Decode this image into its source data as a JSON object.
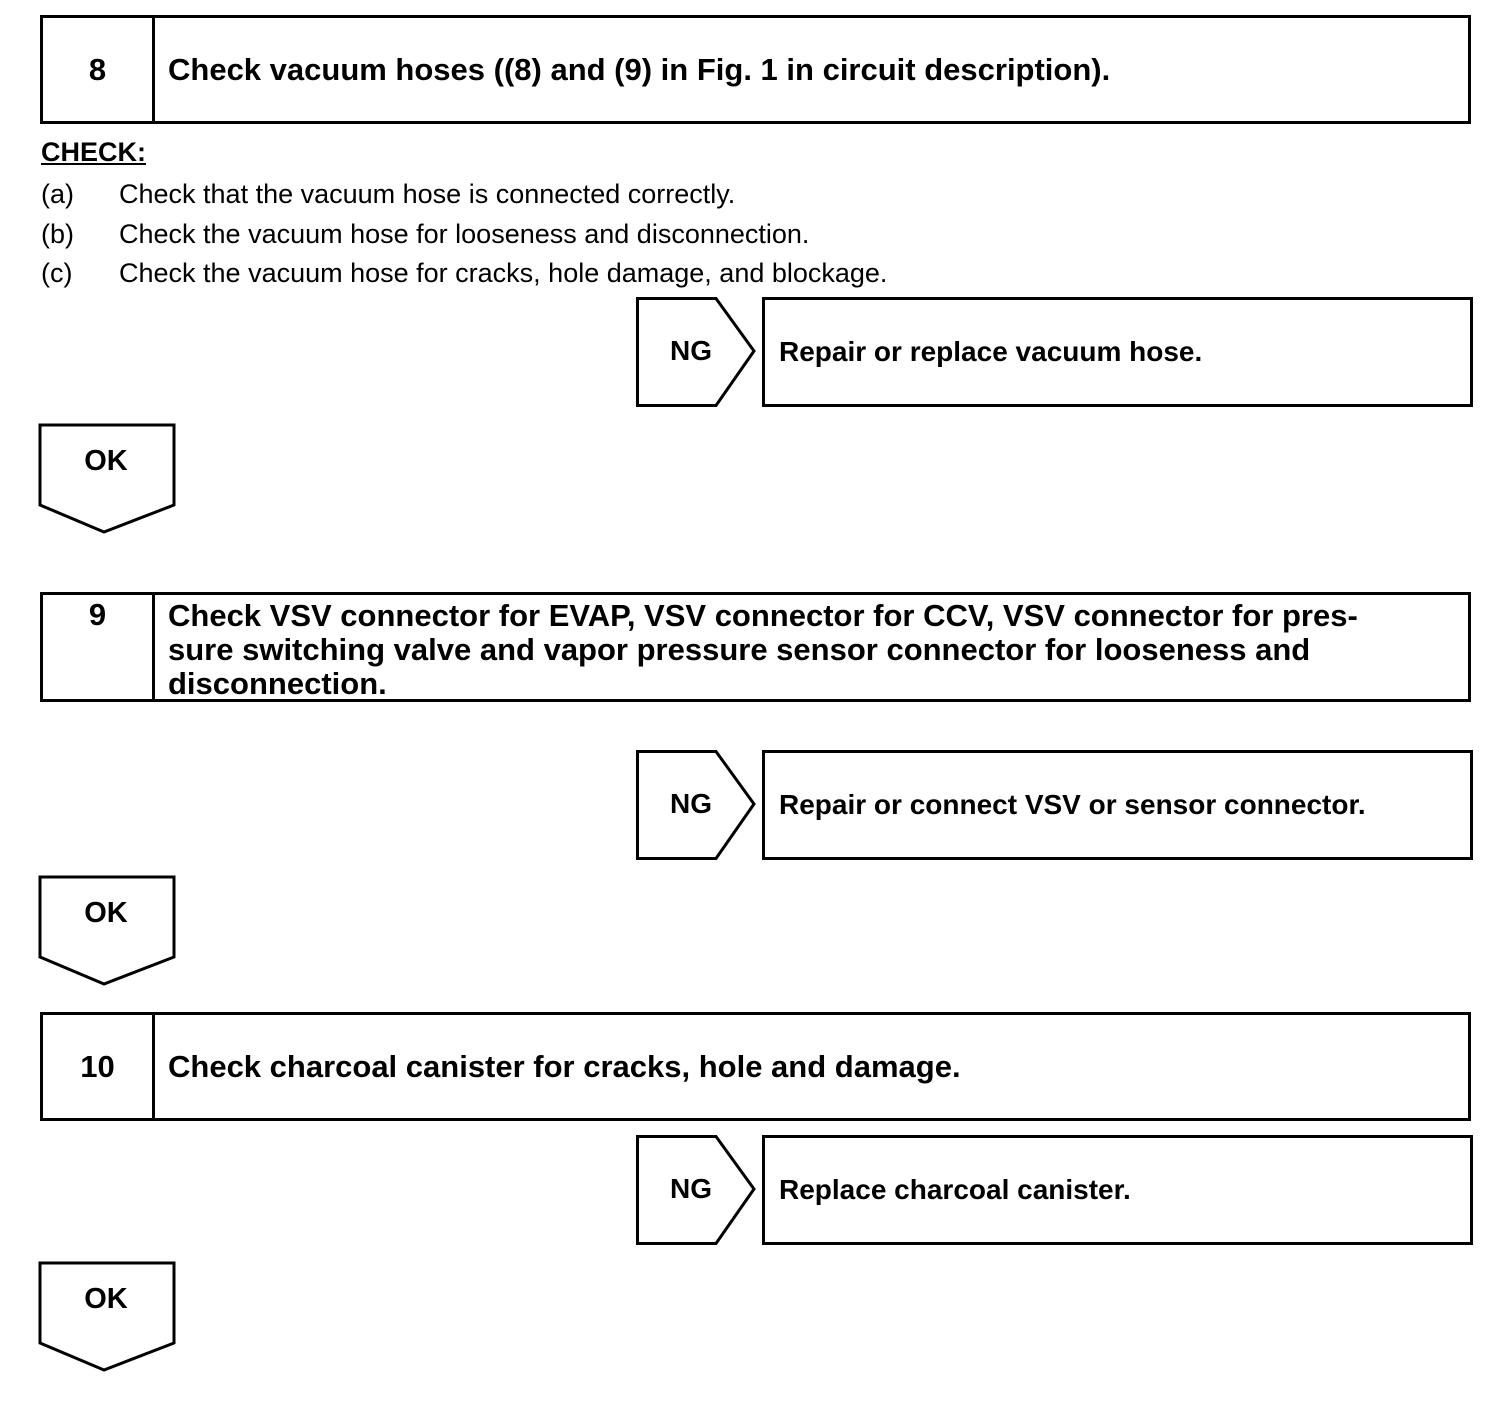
{
  "steps": [
    {
      "number": "8",
      "title": "Check vacuum hoses ((8) and (9) in Fig. 1 in circuit description).",
      "ng_label": "NG",
      "ng_action": "Repair or replace vacuum hose.",
      "ok_label": "OK"
    },
    {
      "number": "9",
      "title_lines": [
        "Check VSV connector for EVAP, VSV connector for CCV, VSV connector for pres-",
        "sure switching valve and vapor pressure sensor connector for looseness and",
        "disconnection."
      ],
      "ng_label": "NG",
      "ng_action": "Repair or connect VSV or sensor connector.",
      "ok_label": "OK"
    },
    {
      "number": "10",
      "title": "Check charcoal canister for cracks, hole and damage.",
      "ng_label": "NG",
      "ng_action": "Replace charcoal canister.",
      "ok_label": "OK"
    }
  ],
  "check": {
    "heading": "CHECK:",
    "items": [
      {
        "label": "(a)",
        "text": "Check that the vacuum hose is connected correctly."
      },
      {
        "label": "(b)",
        "text": "Check the vacuum hose for looseness and disconnection."
      },
      {
        "label": "(c)",
        "text": "Check the vacuum hose for cracks, hole damage, and blockage."
      }
    ]
  }
}
